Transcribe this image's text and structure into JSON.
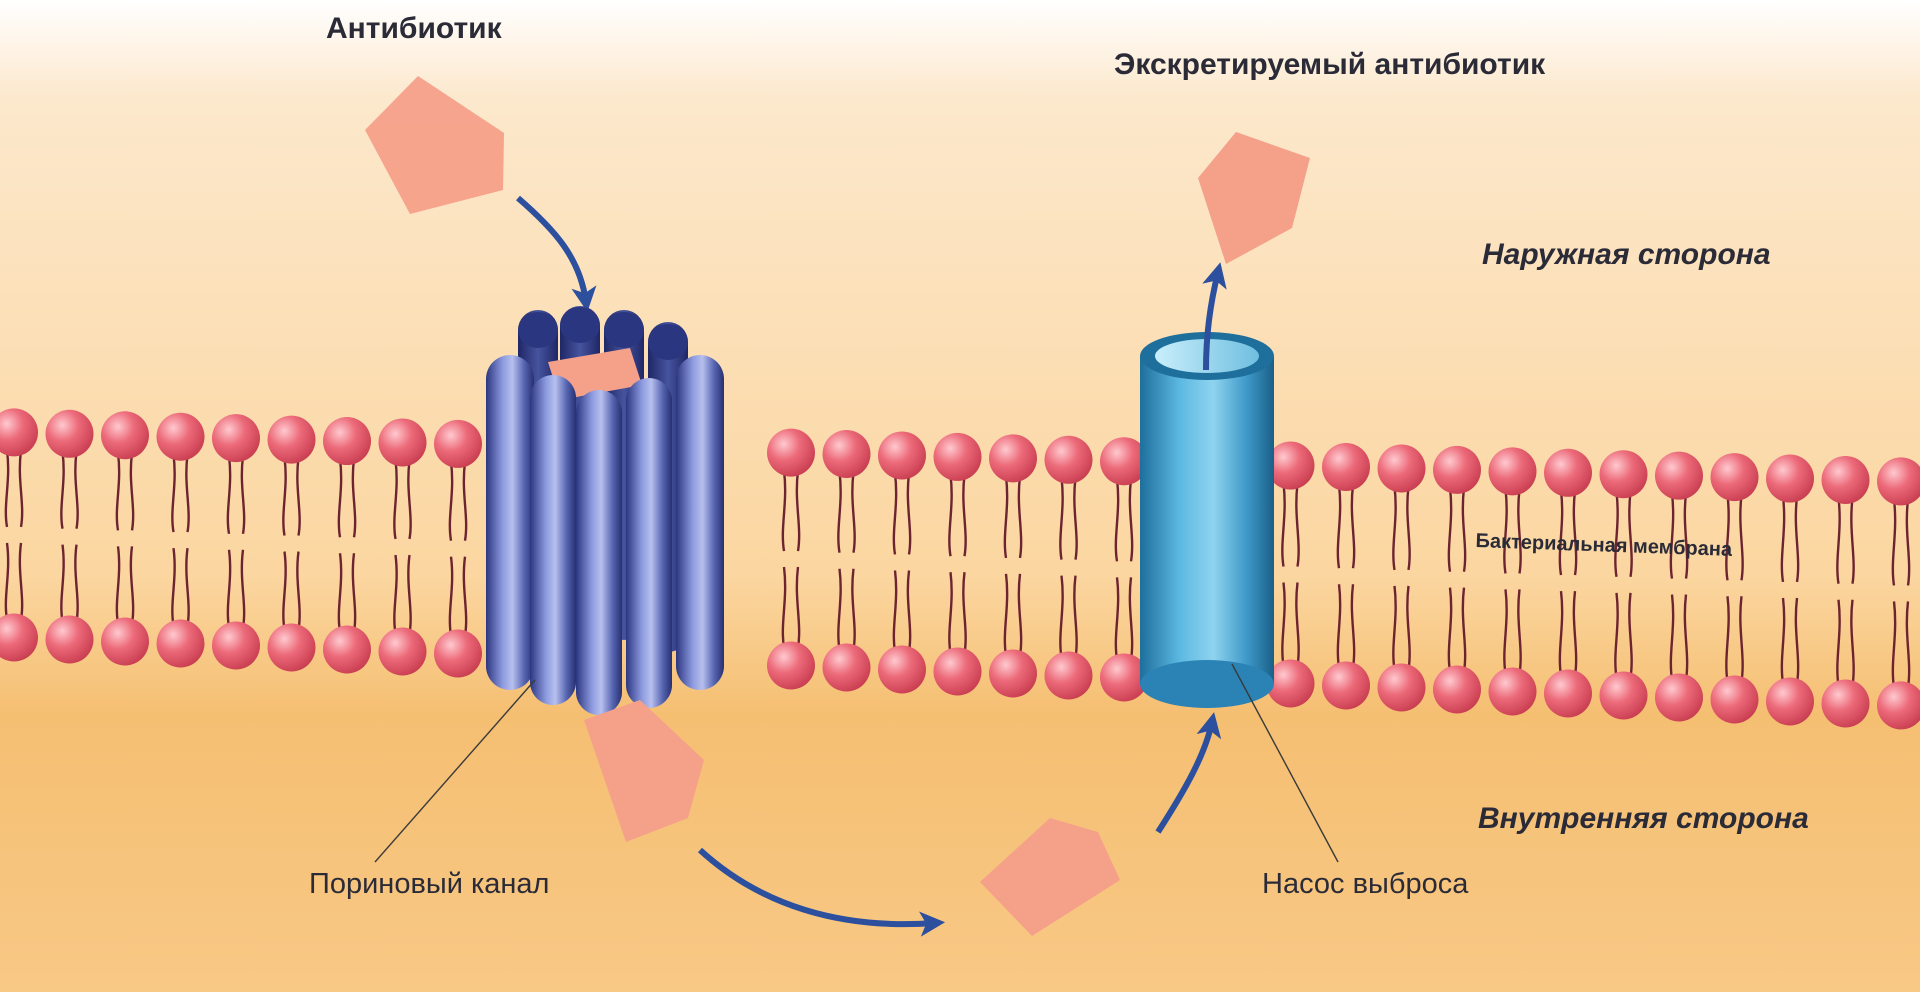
{
  "labels": {
    "antibiotic": "Антибиотик",
    "excreted_antibiotic": "Экскретируемый антибиотик",
    "outer_side": "Наружная сторона",
    "inner_side": "Внутренняя сторона",
    "membrane": "Бактериальная мембрана",
    "porin_channel": "Пориновый канал",
    "efflux_pump": "Насос выброса"
  },
  "colors": {
    "background_outer": "#fce6c6",
    "background_inner": "#f6c27a",
    "lipid_head": "#e55a6a",
    "lipid_tail": "#6e2430",
    "porin": "#5563b0",
    "porin_dark": "#2b3680",
    "pump": "#4aa2cf",
    "pump_dark": "#1e6f9c",
    "antibiotic": "#f5a089",
    "arrow": "#2c4f9e",
    "text": "#2b2b38"
  }
}
